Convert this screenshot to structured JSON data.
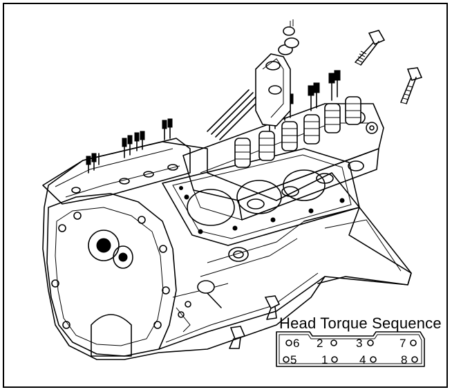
{
  "figure": {
    "torque_title": "Head Torque Sequence",
    "bolt_sequence": {
      "top_row": [
        "6",
        "2",
        "3",
        "7"
      ],
      "bottom_row": [
        "5",
        "1",
        "4",
        "8"
      ]
    }
  }
}
